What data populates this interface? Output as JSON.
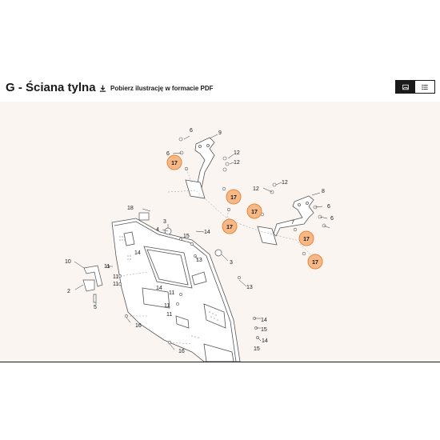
{
  "page": {
    "title": "G - Ściana tylna",
    "download_label": "Pobierz ilustrację w formacie PDF"
  },
  "view_toggle": {
    "image_icon": "image-icon",
    "list_icon": "list-icon"
  },
  "colors": {
    "diagram_bg": "#fbf5f1",
    "highlight_fill": "#f5b886",
    "highlight_stroke": "#e8873a",
    "line": "#555555"
  },
  "callouts": [
    {
      "id": "c6a",
      "text": "6"
    },
    {
      "id": "c9",
      "text": "9"
    },
    {
      "id": "c6b",
      "text": "6"
    },
    {
      "id": "c12a",
      "text": "12"
    },
    {
      "id": "c12b",
      "text": "12"
    },
    {
      "id": "c12c",
      "text": "12"
    },
    {
      "id": "c12d",
      "text": "12"
    },
    {
      "id": "c8",
      "text": "8"
    },
    {
      "id": "c7",
      "text": "7"
    },
    {
      "id": "c6c",
      "text": "6"
    },
    {
      "id": "c6d",
      "text": "6"
    },
    {
      "id": "c18",
      "text": "18"
    },
    {
      "id": "c3a",
      "text": "3"
    },
    {
      "id": "c4",
      "text": "4"
    },
    {
      "id": "c15a",
      "text": "15"
    },
    {
      "id": "c14a",
      "text": "14"
    },
    {
      "id": "c3b",
      "text": "3"
    },
    {
      "id": "c13a",
      "text": "13"
    },
    {
      "id": "c10",
      "text": "10"
    },
    {
      "id": "c11a",
      "text": "11"
    },
    {
      "id": "c14b",
      "text": "14"
    },
    {
      "id": "c11b",
      "text": "11"
    },
    {
      "id": "c11c",
      "text": "11"
    },
    {
      "id": "c2",
      "text": "2"
    },
    {
      "id": "c11d",
      "text": "11"
    },
    {
      "id": "c14c",
      "text": "14"
    },
    {
      "id": "c13b",
      "text": "13"
    },
    {
      "id": "c5",
      "text": "5"
    },
    {
      "id": "c11e",
      "text": "11"
    },
    {
      "id": "c11f",
      "text": "11"
    },
    {
      "id": "c14d",
      "text": "14"
    },
    {
      "id": "c15b",
      "text": "15"
    },
    {
      "id": "c16a",
      "text": "16"
    },
    {
      "id": "c14e",
      "text": "14"
    },
    {
      "id": "c15c",
      "text": "15"
    },
    {
      "id": "c16b",
      "text": "16"
    }
  ],
  "highlighted": [
    {
      "id": "h17a",
      "text": "17"
    },
    {
      "id": "h17b",
      "text": "17"
    },
    {
      "id": "h17c",
      "text": "17"
    },
    {
      "id": "h17d",
      "text": "17"
    },
    {
      "id": "h17e",
      "text": "17"
    },
    {
      "id": "h17f",
      "text": "17"
    }
  ]
}
